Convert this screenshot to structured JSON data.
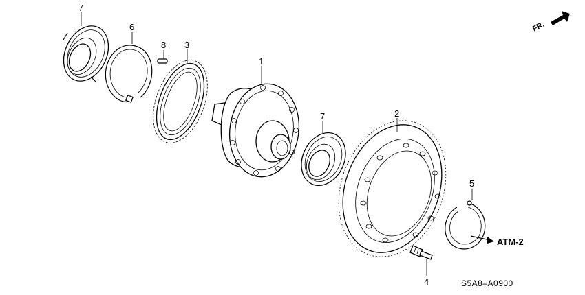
{
  "diagram": {
    "callouts": {
      "bearing_left": "7",
      "snap_ring_large": "6",
      "pin": "8",
      "ring_gear_small": "3",
      "diff_case": "1",
      "bearing_right": "7",
      "final_gear": "2",
      "bolt": "4",
      "snap_ring_right": "5"
    },
    "direction_label": "FR.",
    "reference_label": "ATM-2",
    "drawing_code": "S5A8–A0900"
  }
}
